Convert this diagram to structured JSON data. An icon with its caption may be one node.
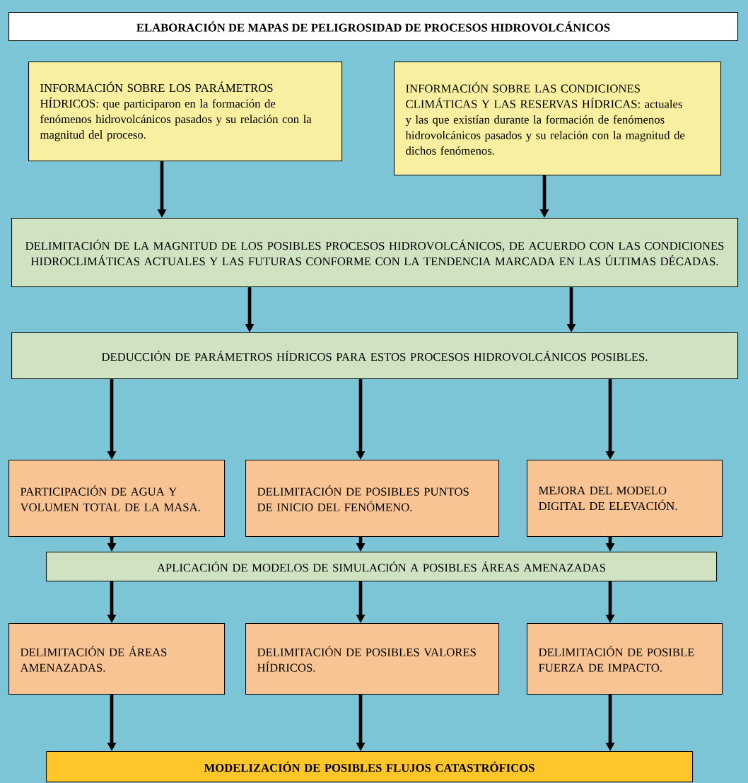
{
  "diagram": {
    "title": "ELABORACIÓN DE MAPAS DE PELIGROSIDAD DE PROCESOS HIDROVOLCÁNICOS",
    "nodes": [
      {
        "text": [
          "INFORMACIÓN SOBRE LOS PARÁMETROS HÍDRICOS: que participaron en la formación de fenómenos hidrovolcánicos pasados y su relación con la magnitud del proceso."
        ]
      },
      {
        "text": [
          "INFORMACIÓN SOBRE LAS CONDICIONES CLIMÁTICAS Y LAS RESERVAS HÍDRICAS: actuales y las que existían durante la formación de fenómenos hidrovolcánicos pasados y su relación con la magnitud de dichos fenómenos."
        ]
      },
      {
        "text": [
          "DELIMITACIÓN DE LA MAGNITUD DE LOS POSIBLES PROCESOS HIDROVOLCÁNICOS, DE ACUERDO CON LAS CONDICIONES HIDROCLIMÁTICAS ACTUALES Y LAS FUTURAS CONFORME CON LA TENDENCIA MARCADA EN LAS ÚLTIMAS DÉCADAS."
        ]
      },
      {
        "text": [
          "DEDUCCIÓN DE PARÁMETROS HÍDRICOS PARA ESTOS PROCESOS HIDROVOLCÁNICOS POSIBLES."
        ]
      },
      {
        "text": [
          "PARTICIPACIÓN DE AGUA Y VOLUMEN TOTAL DE LA MASA."
        ]
      },
      {
        "text": [
          "DELIMITACIÓN DE POSIBLES PUNTOS DE INICIO DEL FENÓMENO."
        ]
      },
      {
        "text": [
          "MEJORA DEL MODELO DIGITAL DE ELEVACIÓN."
        ]
      },
      {
        "text": [
          "APLICACIÓN DE MODELOS DE SIMULACIÓN A POSIBLES ÁREAS AMENAZADAS"
        ]
      },
      {
        "text": [
          "DELIMITACIÓN DE ÁREAS AMENAZADAS."
        ]
      },
      {
        "text": [
          "DELIMITACIÓN DE POSIBLES VALORES HÍDRICOS."
        ]
      },
      {
        "text": [
          "DELIMITACIÓN DE POSIBLE FUERZA DE IMPACTO."
        ]
      },
      {
        "text": [
          "MODELIZACIÓN DE POSIBLES FLUJOS CATASTRÓFICOS"
        ]
      }
    ],
    "edges": [
      {
        "from": 0,
        "to": 2,
        "arrow": "to"
      },
      {
        "from": 1,
        "to": 2,
        "arrow": "to"
      },
      {
        "from": 2,
        "to": 3,
        "arrow": "to"
      },
      {
        "from": 2,
        "to": 3,
        "arrow": "to"
      },
      {
        "from": 3,
        "to": 4,
        "arrow": "to"
      },
      {
        "from": 3,
        "to": 5,
        "arrow": "to"
      },
      {
        "from": 3,
        "to": 6,
        "arrow": "to"
      },
      {
        "from": 4,
        "to": 7,
        "arrow": "to"
      },
      {
        "from": 5,
        "to": 7,
        "arrow": "to"
      },
      {
        "from": 6,
        "to": 7,
        "arrow": "to"
      },
      {
        "from": 7,
        "to": 8,
        "arrow": "to"
      },
      {
        "from": 7,
        "to": 9,
        "arrow": "to"
      },
      {
        "from": 7,
        "to": 10,
        "arrow": "to"
      },
      {
        "from": 8,
        "to": 11,
        "arrow": "to"
      },
      {
        "from": 9,
        "to": 11,
        "arrow": "to"
      },
      {
        "from": 10,
        "to": 11,
        "arrow": "to"
      }
    ]
  }
}
